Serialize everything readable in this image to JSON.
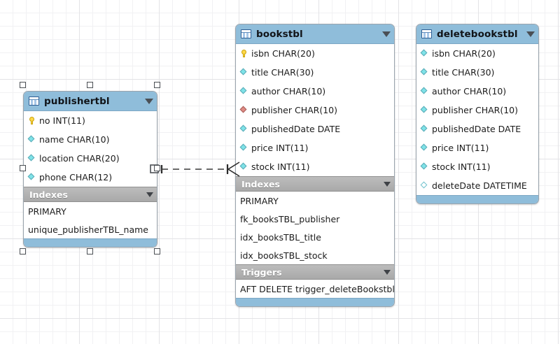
{
  "app": {
    "canvas_name": "er-diagram-canvas",
    "grid_visible": true,
    "accent_color": "#8fbdda",
    "section_header_color": "#a9a9a9",
    "pk_icon_color": "#ffd94a",
    "column_icon_color": "#7fe3e8",
    "fk_icon_color": "#df8b84"
  },
  "tables": [
    {
      "id": "publishertbl",
      "title": "publishertbl",
      "icon": "table-icon",
      "collapse_icon": "chevron-down-icon",
      "selected": true,
      "columns": [
        {
          "name": "no",
          "type": "INT(11)",
          "label": "no INT(11)",
          "key": "primary",
          "icon": "key-icon"
        },
        {
          "name": "name",
          "type": "CHAR(10)",
          "label": "name CHAR(10)",
          "key": "none",
          "icon": "diamond-icon"
        },
        {
          "name": "location",
          "type": "CHAR(20)",
          "label": "location CHAR(20)",
          "key": "none",
          "icon": "diamond-icon"
        },
        {
          "name": "phone",
          "type": "CHAR(12)",
          "label": "phone CHAR(12)",
          "key": "none",
          "icon": "diamond-icon"
        }
      ],
      "sections": [
        {
          "label": "Indexes",
          "collapse_icon": "chevron-down-icon",
          "items": [
            "PRIMARY",
            "unique_publisherTBL_name"
          ]
        }
      ]
    },
    {
      "id": "bookstbl",
      "title": "bookstbl",
      "icon": "table-icon",
      "collapse_icon": "chevron-down-icon",
      "selected": false,
      "columns": [
        {
          "name": "isbn",
          "type": "CHAR(20)",
          "label": "isbn CHAR(20)",
          "key": "primary",
          "icon": "key-icon"
        },
        {
          "name": "title",
          "type": "CHAR(30)",
          "label": "title CHAR(30)",
          "key": "none",
          "icon": "diamond-icon"
        },
        {
          "name": "author",
          "type": "CHAR(10)",
          "label": "author CHAR(10)",
          "key": "none",
          "icon": "diamond-icon"
        },
        {
          "name": "publisher",
          "type": "CHAR(10)",
          "label": "publisher CHAR(10)",
          "key": "foreign",
          "icon": "diamond-icon"
        },
        {
          "name": "publishedDate",
          "type": "DATE",
          "label": "publishedDate DATE",
          "key": "none",
          "icon": "diamond-icon"
        },
        {
          "name": "price",
          "type": "INT(11)",
          "label": "price INT(11)",
          "key": "none",
          "icon": "diamond-icon"
        },
        {
          "name": "stock",
          "type": "INT(11)",
          "label": "stock INT(11)",
          "key": "none",
          "icon": "diamond-icon"
        }
      ],
      "sections": [
        {
          "label": "Indexes",
          "collapse_icon": "chevron-down-icon",
          "items": [
            "PRIMARY",
            "fk_booksTBL_publisher",
            "idx_booksTBL_title",
            "idx_booksTBL_stock"
          ]
        },
        {
          "label": "Triggers",
          "collapse_icon": "chevron-down-icon",
          "items": [
            "AFT DELETE trigger_deleteBookstbl"
          ]
        }
      ]
    },
    {
      "id": "deletebookstbl",
      "title": "deletebookstbl",
      "icon": "table-icon",
      "collapse_icon": "chevron-down-icon",
      "selected": false,
      "columns": [
        {
          "name": "isbn",
          "type": "CHAR(20)",
          "label": "isbn CHAR(20)",
          "key": "none",
          "icon": "diamond-icon"
        },
        {
          "name": "title",
          "type": "CHAR(30)",
          "label": "title CHAR(30)",
          "key": "none",
          "icon": "diamond-icon"
        },
        {
          "name": "author",
          "type": "CHAR(10)",
          "label": "author CHAR(10)",
          "key": "none",
          "icon": "diamond-icon"
        },
        {
          "name": "publisher",
          "type": "CHAR(10)",
          "label": "publisher CHAR(10)",
          "key": "none",
          "icon": "diamond-icon"
        },
        {
          "name": "publishedDate",
          "type": "DATE",
          "label": "publishedDate DATE",
          "key": "none",
          "icon": "diamond-icon"
        },
        {
          "name": "price",
          "type": "INT(11)",
          "label": "price INT(11)",
          "key": "none",
          "icon": "diamond-icon"
        },
        {
          "name": "stock",
          "type": "INT(11)",
          "label": "stock INT(11)",
          "key": "none",
          "icon": "diamond-icon"
        },
        {
          "name": "deleteDate",
          "type": "DATETIME",
          "label": "deleteDate DATETIME",
          "key": "nullable",
          "icon": "diamond-icon"
        }
      ],
      "sections": []
    }
  ],
  "relationships": [
    {
      "name": "publishertbl-to-bookstbl",
      "from": "publishertbl",
      "to": "bookstbl",
      "style": "dashed",
      "from_cardinality": "one",
      "to_cardinality": "many"
    }
  ]
}
